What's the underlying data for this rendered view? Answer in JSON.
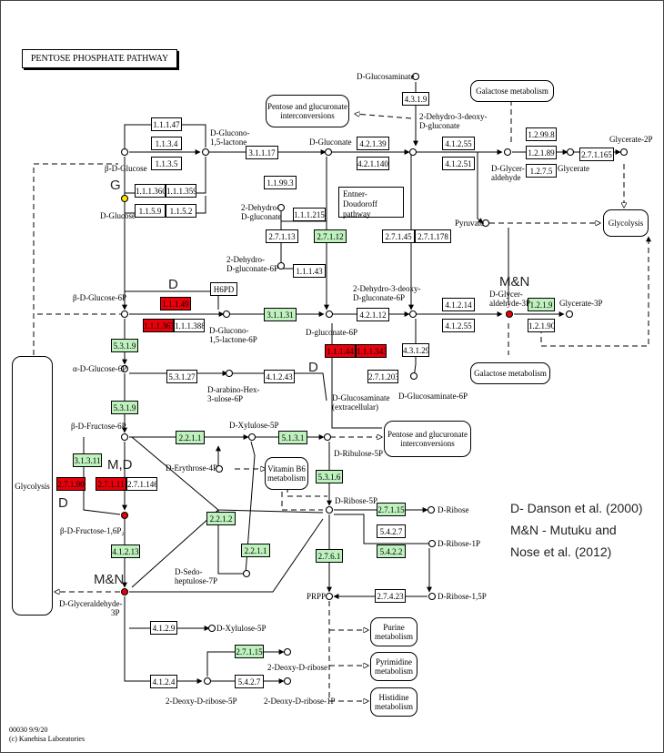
{
  "title": "PENTOSE PHOSPHATE PATHWAY",
  "footer": {
    "line1": "00030 9/9/20",
    "line2": "(c) Kanehisa Laboratories"
  },
  "legend": {
    "line1": "D- Danson et al. (2000)",
    "line2": "M&N - Mutuku and",
    "line3": "Nose et al. (2012)"
  },
  "colors": {
    "green_enzyme": "#bff1bf",
    "red_enzyme": "#e8000b",
    "yellow_compound": "#ffe800",
    "red_compound": "#e8000b"
  },
  "markers": {
    "G": "G",
    "D1": "D",
    "D2": "D",
    "D3": "D",
    "MD": "M,D",
    "MN1": "M&N",
    "MN2": "M&N"
  },
  "glycolysis_left": "Glycolysis",
  "entner_doudoroff": [
    "Entner-Doudoroff",
    "pathway"
  ],
  "enzymes": [
    "1.1.1.47",
    "1.1.3.4",
    "1.1.3.5",
    "1.1.1.360",
    "1.1.1.359",
    "1.1.5.9",
    "1.1.5.2",
    "3.1.1.17",
    "1.1.99.3",
    "1.1.1.215",
    "4.2.1.39",
    "4.2.1.140",
    "4.3.1.9",
    "4.1.2.55",
    "4.1.2.51",
    "1.2.99.8",
    "1.2.1.89",
    "1.2.7.5",
    "2.7.1.165",
    "2.7.1.13",
    "2.7.1.12",
    "2.7.1.45",
    "2.7.1.178",
    "1.1.1.43",
    "H6PD",
    "1.1.1.49",
    "1.1.1.363",
    "1.1.1.388",
    "3.1.1.31",
    "4.2.1.12",
    "4.1.2.14",
    "4.1.2.55",
    "1.2.1.9",
    "1.2.1.90",
    "5.3.1.9",
    "1.1.1.44",
    "1.1.1.343",
    "5.3.1.27",
    "4.1.2.43",
    "2.7.1.203",
    "4.3.1.29",
    "5.3.1.9",
    "2.2.1.1",
    "5.1.3.1",
    "3.1.3.11",
    "2.7.1.90",
    "2.7.1.11",
    "2.7.1.146",
    "5.3.1.6",
    "2.2.1.2",
    "2.7.1.15",
    "5.4.2.7",
    "5.4.2.2",
    "2.2.1.1",
    "4.1.2.13",
    "2.7.6.1",
    "2.7.4.23",
    "4.1.2.9",
    "2.7.1.15",
    "4.1.2.4",
    "5.4.2.7"
  ],
  "compounds": {
    "b_d_glucose": "β-D-Glucose",
    "d_glucose": "D-Glucose",
    "d_glucono_lactone": [
      "D-Glucono-",
      "1,5-lactone"
    ],
    "d_gluconate": "D-Gluconate",
    "dehydro_gluconate": [
      "2-Dehydro-",
      "D-gluconate"
    ],
    "d_glucosaminate": "D-Glucosaminate",
    "dehydro_deoxy_gluconate": [
      "2-Dehydro-3-deoxy-",
      "D-gluconate"
    ],
    "d_glyceraldehyde": [
      "D-Glycer-",
      "aldehyde"
    ],
    "glycerate": "Glycerate",
    "glycerate_2p": "Glycerate-2P",
    "pyruvate": "Pyruvate",
    "dehydro_gluconate_6p": [
      "2-Dehydro-",
      "D-gluconate-6P"
    ],
    "b_d_glucose_6p": "β-D-Glucose-6P",
    "d_glucono_lactone_6p": [
      "D-Glucono-",
      "1,5-lactone-6P"
    ],
    "d_gluconate_6p": "D-gluconate-6P",
    "dehydro_deoxy_gluconate_6p": [
      "2-Dehydro-3-deoxy-",
      "D-gluconate-6P"
    ],
    "d_glyceraldehyde_3p": [
      "D-Glycer-",
      "aldehyde-3P"
    ],
    "glycerate_3p": "Glycerate-3P",
    "a_d_glucose_6p": "α-D-Glucose-6P",
    "d_arabino_hex": [
      "D-arabino-Hex-",
      "3-ulose-6P"
    ],
    "d_glucosaminate_extra": [
      "D-Glucosaminate",
      "(extracellular)"
    ],
    "d_glucosaminate_6p": "D-Glucosaminate-6P",
    "b_d_fructose_6p": "β-D-Fructose-6P",
    "d_xylulose_5p": "D-Xylulose-5P",
    "d_ribulose_5p": "D-Ribulose-5P",
    "d_erythrose_4p": "D-Erythrose-4P",
    "d_ribose_5p": "D-Ribose-5P",
    "d_ribose": "D-Ribose",
    "d_ribose_1p": "D-Ribose-1P",
    "b_d_fructose_16p": "β-D-Fructose-1,6P₂",
    "d_sedo_heptulose_7p": [
      "D-Sedo-",
      "heptulose-7P"
    ],
    "d_ribose_15p": "D-Ribose-1,5P",
    "prpp": "PRPP",
    "d_glyceraldehyde_3p_low": [
      "D-Glyceraldehyde-",
      "3P"
    ],
    "d_xylulose_5p_low": "D-Xylulose-5P",
    "deoxy_d_ribose": "2-Deoxy-D-ribose",
    "deoxy_d_ribose_5p": "2-Deoxy-D-ribose-5P",
    "deoxy_d_ribose_1p": "2-Deoxy-D-ribose-1P"
  },
  "pathways": {
    "pentose_glucuronate_1": [
      "Pentose and glucuronate",
      "interconversions"
    ],
    "galactose_1": "Galactose metabolism",
    "glycolysis_right": "Glycolysis",
    "galactose_2": "Galactose metabolism",
    "pentose_glucuronate_2": [
      "Pentose and glucuronate",
      "interconversions"
    ],
    "vitamin_b6": [
      "Vitamin B6",
      "metabolism"
    ],
    "purine": [
      "Purine",
      "metabolism"
    ],
    "pyrimidine": [
      "Pyrimidine",
      "metabolism"
    ],
    "histidine": [
      "Histidine",
      "metabolism"
    ]
  }
}
